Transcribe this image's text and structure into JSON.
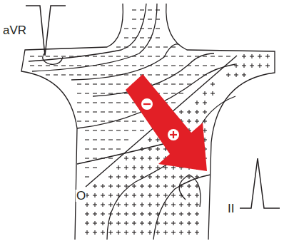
{
  "diagram": {
    "labels": [
      "aVR",
      "II",
      "O"
    ]
  }
}
